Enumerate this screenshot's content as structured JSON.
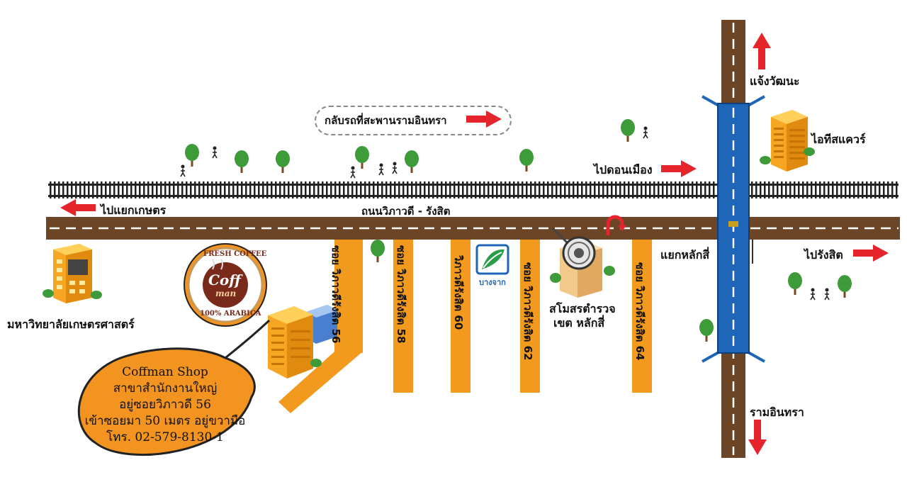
{
  "labels": {
    "north_dest": "แจ้งวัฒนะ",
    "south_dest": "รามอินทรา",
    "east_dest": "ไปรังสิต",
    "west_dest": "ไปแยกเกษตร",
    "donmuang": "ไปดอนเมือง",
    "return_bridge": "กลับรถที่สะพานรามอินทรา",
    "main_road": "ถนนวิภาวดี - รังสิต",
    "intersection": "แยกหลักสี่",
    "it_square": "ไอทีสแควร์",
    "university": "มหาวิทยาลัยเกษตรศาสตร์",
    "police_line1": "สโมสรตำรวจ",
    "police_line2": "เขต หลักสี่",
    "bank_logo": "บางจาก"
  },
  "sois": [
    "ซอย วิภาวดีรังสิต 56",
    "ซอย วิภาวดีรังสิต 58",
    "วิภาวดีรังสิต 60",
    "ซอย วิภาวดีรังสิต 62",
    "ซอย วิภาวดีรังสิต 64"
  ],
  "shop": {
    "name": "Coffman Shop",
    "branch": "สาขาสำนักงานใหญ่",
    "location": "อยู่ซอยวิภาวดี 56",
    "directions": "เข้าซอยมา 50 เมตร อยู่ขวามือ",
    "phone": "โทร. 02-579-8130-1"
  },
  "logo": {
    "top_text": "FRESH COFFEE",
    "bottom_text": "100% ARABICA",
    "brand_a": "Coff",
    "brand_b": "man"
  },
  "colors": {
    "road": "#6b4526",
    "soi": "#f29a1e",
    "bridge": "#1f66b8",
    "arrow": "#e5242b",
    "bubble": "#f39420",
    "tree": "#3d9b3a"
  }
}
